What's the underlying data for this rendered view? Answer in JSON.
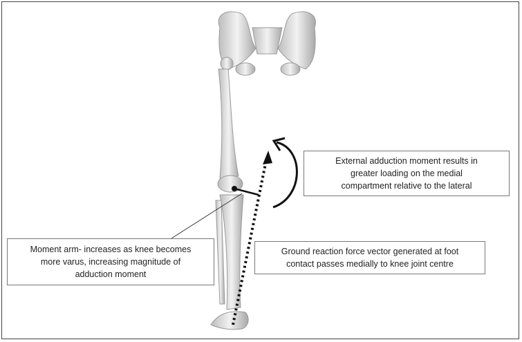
{
  "labels": {
    "adduction_moment": [
      "External adduction moment results in",
      "greater loading on the medial",
      "compartment relative to the lateral"
    ],
    "ground_reaction": [
      "Ground reaction force vector generated at foot",
      "contact passes medially to knee joint centre"
    ],
    "moment_arm": [
      "Moment arm- increases as knee becomes",
      "more varus, increasing magnitude of",
      "adduction moment"
    ]
  }
}
